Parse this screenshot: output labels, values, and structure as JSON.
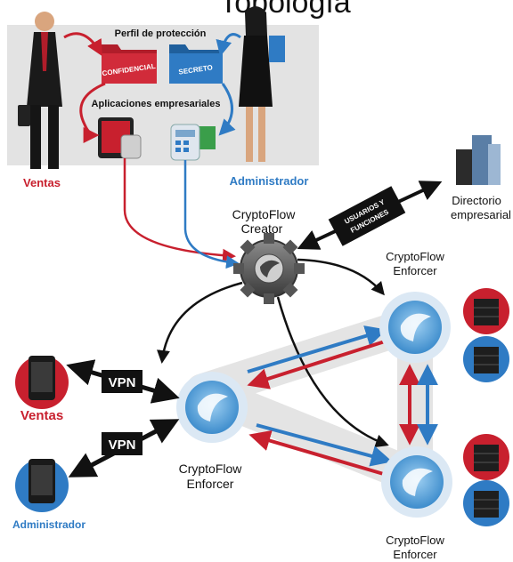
{
  "top_title": "Topología",
  "profile_panel": {
    "title": "Perfil de protección",
    "folder_confidential": "CONFIDENCIAL",
    "folder_secret": "SECRETO",
    "apps_title": "Aplicaciones empresariales"
  },
  "roles": {
    "sales_top": "Ventas",
    "admin_top": "Administrador",
    "sales_bottom": "Ventas",
    "admin_bottom": "Administrador"
  },
  "creator": {
    "line1": "CryptoFlow",
    "line2": "Creator"
  },
  "users_functions": {
    "line1": "USUARIOS Y",
    "line2": "FUNCIONES"
  },
  "directory": {
    "line1": "Directorio",
    "line2": "empresarial"
  },
  "enforcers": {
    "right_top": {
      "line1": "CryptoFlow",
      "line2": "Enforcer"
    },
    "left": {
      "line1": "CryptoFlow",
      "line2": "Enforcer"
    },
    "right_bottom": {
      "line1": "CryptoFlow",
      "line2": "Enforcer"
    }
  },
  "vpn_top": "VPN",
  "vpn_bottom": "VPN",
  "colors": {
    "red": "#c8202e",
    "blue": "#2f7bc4",
    "black": "#111111",
    "panel": "#e3e3e3",
    "band": "#e4e4e4",
    "enforcer_ring": "#dbe8f4",
    "enforcer_core": "#5fa6dc"
  }
}
